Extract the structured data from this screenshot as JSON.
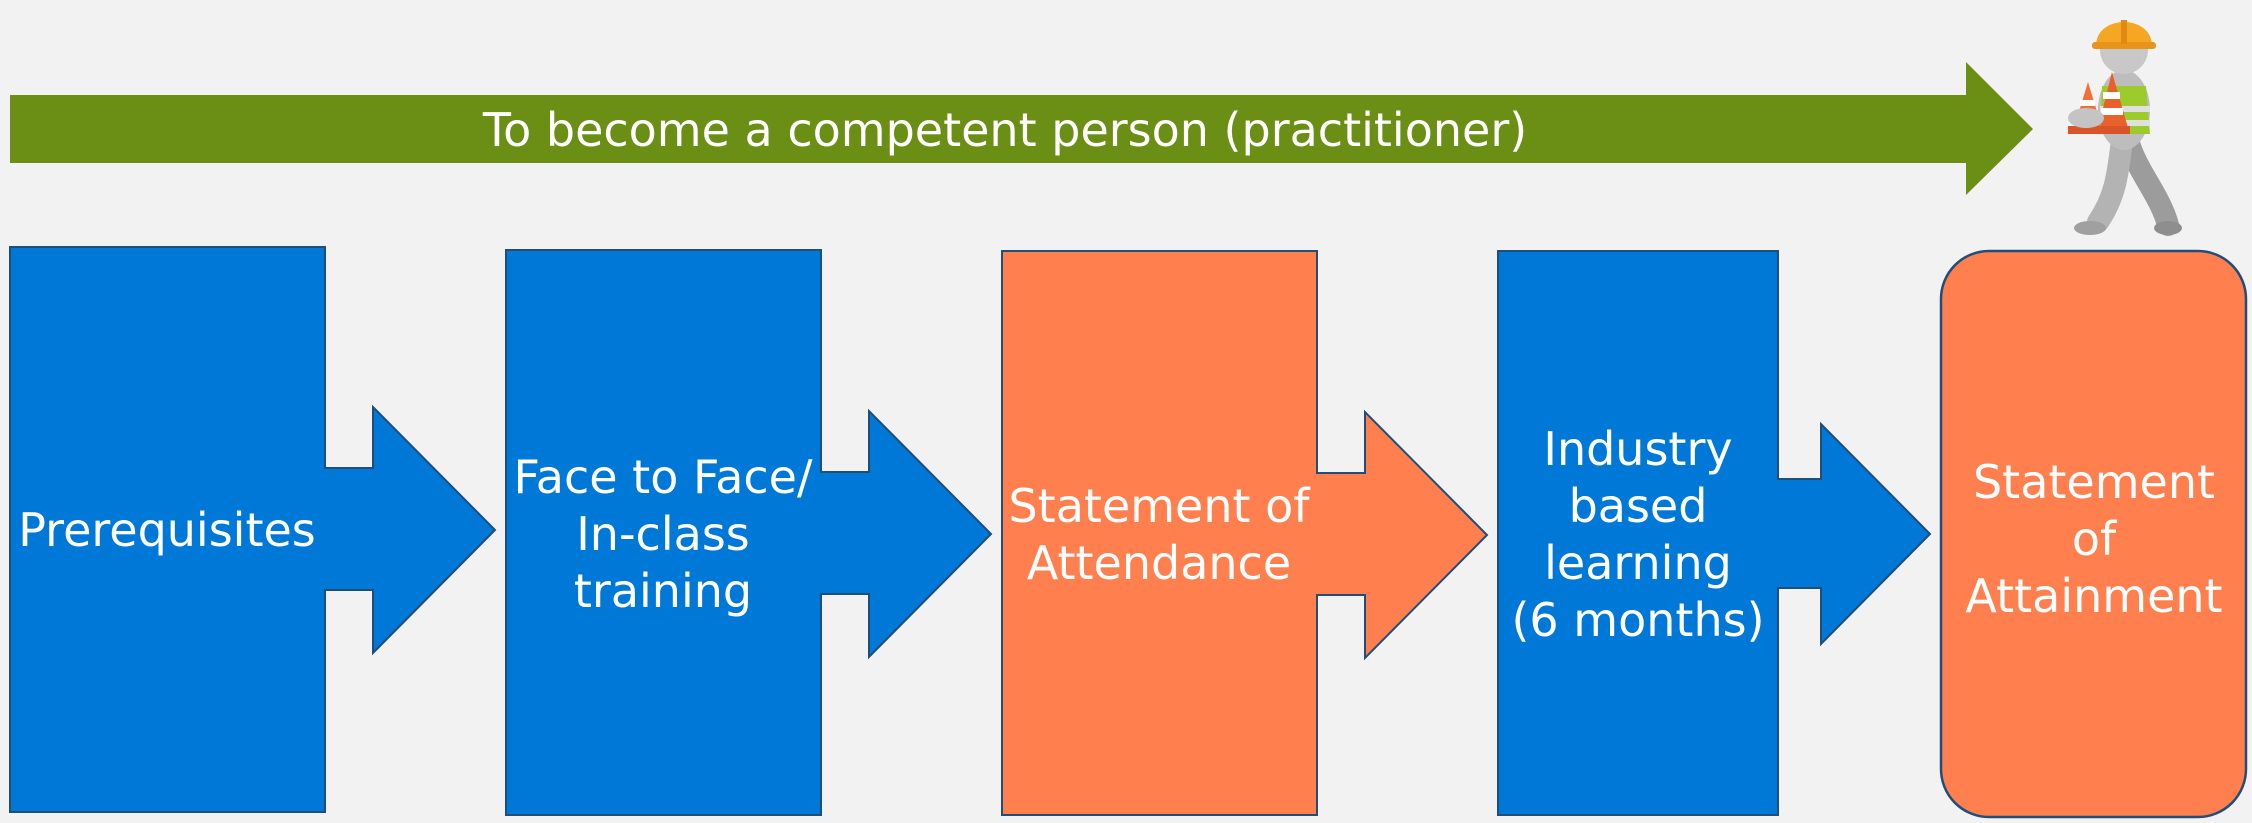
{
  "colors": {
    "background": "#f2f2f2",
    "banner_green": "#6b8e14",
    "step_blue": "#0078d7",
    "step_orange": "#ff7f4f",
    "outline": "#1f4e79",
    "text": "#ffffff"
  },
  "banner": {
    "label": "To become a competent person (practitioner)"
  },
  "steps": [
    {
      "label": "Prerequisites",
      "color": "blue"
    },
    {
      "label": "Face to Face/\nIn-class\ntraining",
      "color": "blue"
    },
    {
      "label": "Statement of\nAttendance",
      "color": "orange"
    },
    {
      "label": "Industry\nbased\nlearning\n(6 months)",
      "color": "blue"
    }
  ],
  "goal": {
    "label": "Statement\nof\nAttainment",
    "color": "orange"
  },
  "figure": {
    "icon": "construction-worker-carrying-cones"
  }
}
